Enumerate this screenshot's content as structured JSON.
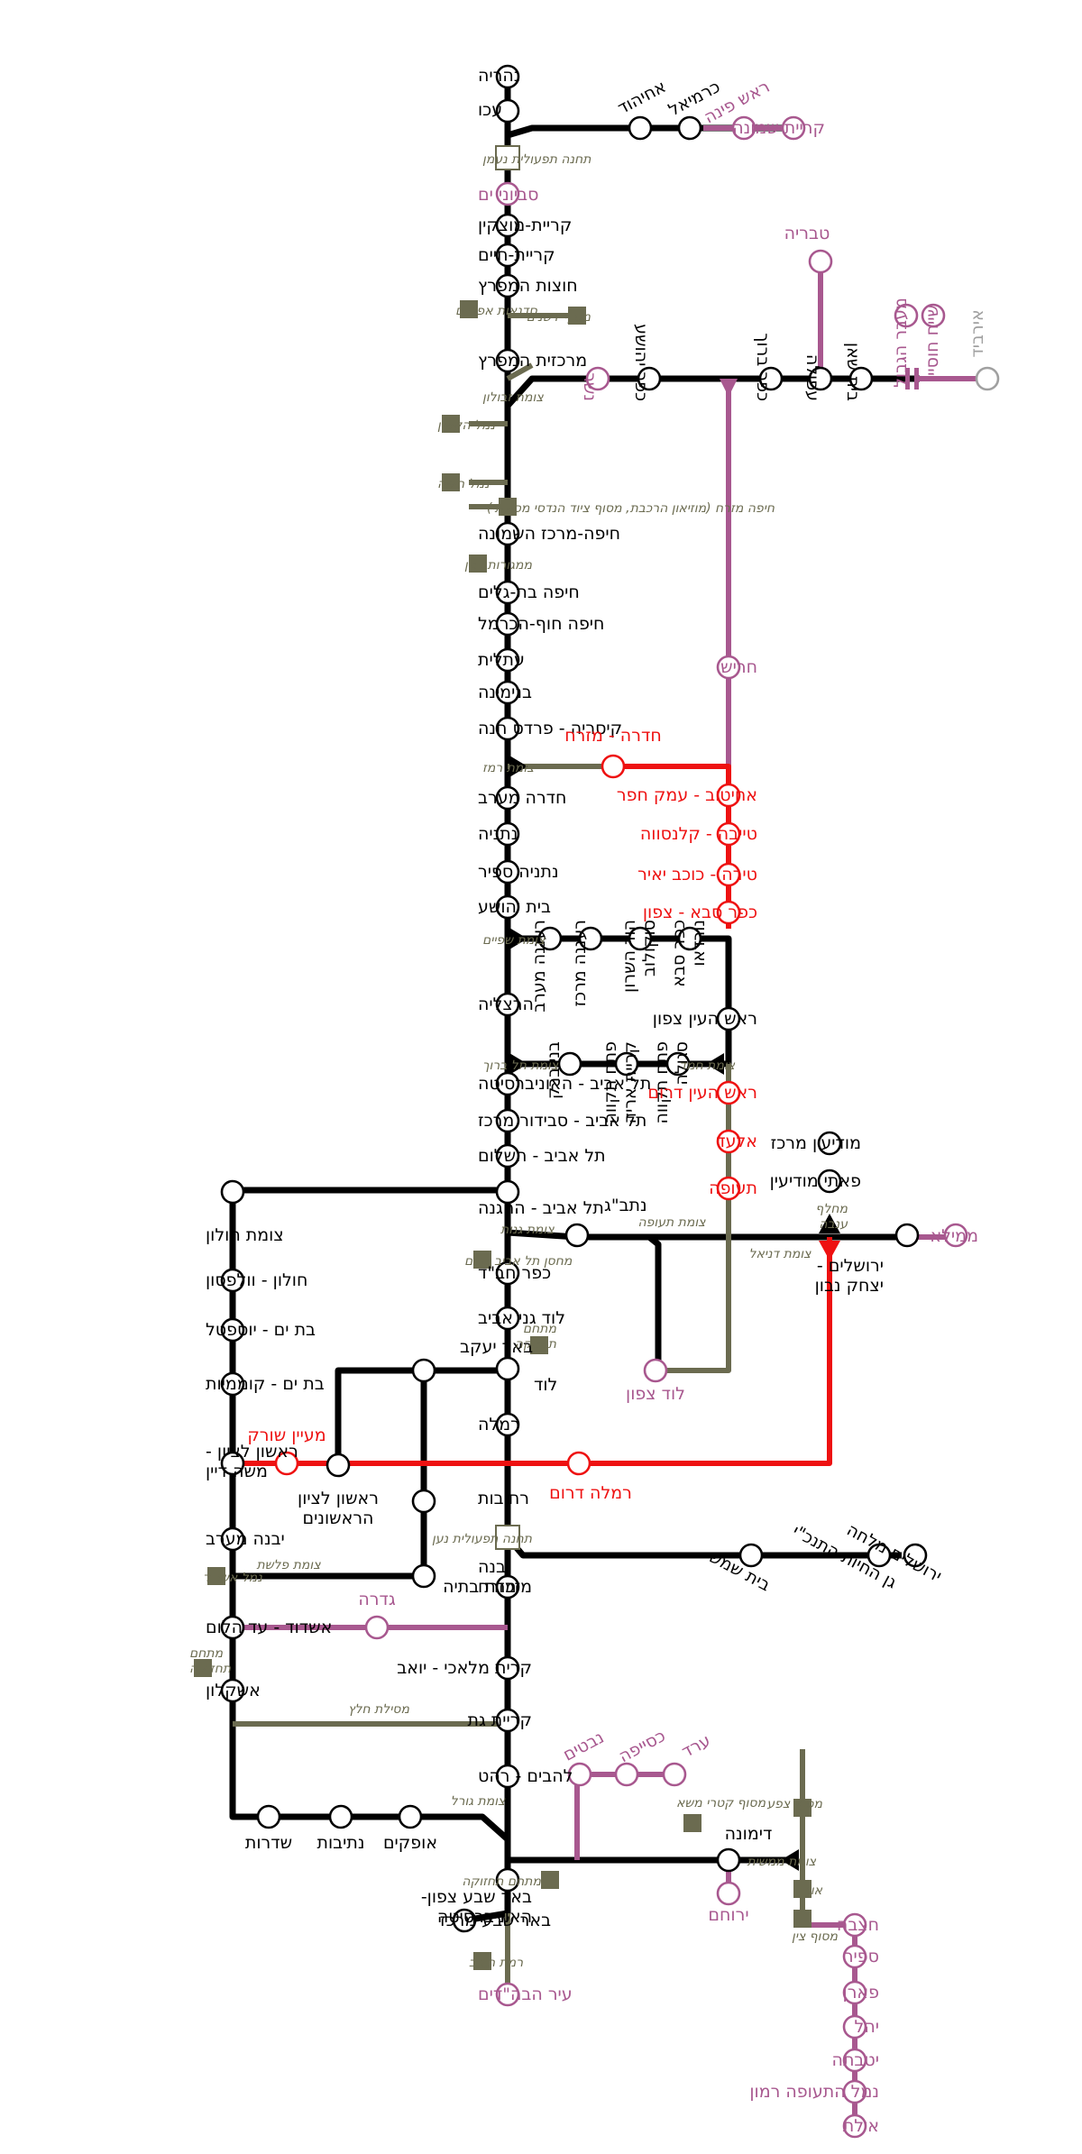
{
  "colors": {
    "main": "#000000",
    "new": "#ee1111",
    "planned": "#a8588f",
    "freight": "#6b6b50",
    "foreign": "#a0a0a0",
    "station_fill": "#ffffff",
    "border": "#a8588f"
  },
  "stations": [
    {
      "id": "nahariya",
      "label": "נהריה",
      "type": "main"
    },
    {
      "id": "akko",
      "label": "עכו",
      "type": "main"
    },
    {
      "id": "ahihud",
      "label": "אחיהוד",
      "type": "main"
    },
    {
      "id": "karmiel",
      "label": "כרמיאל",
      "type": "main"
    },
    {
      "id": "rosh-pina",
      "label": "ראש פינה",
      "type": "planned"
    },
    {
      "id": "kiryat-shmona",
      "label": "קריית שמונה",
      "type": "planned"
    },
    {
      "id": "savyon-yam",
      "label": "סביוני ים",
      "type": "planned"
    },
    {
      "id": "kiryat-motzkin",
      "label": "קריית-מוצקין",
      "type": "main"
    },
    {
      "id": "kiryat-haim",
      "label": "קריית-חיים",
      "type": "main"
    },
    {
      "id": "hutzot-hamifratz",
      "label": "חוצות המפרץ",
      "type": "main"
    },
    {
      "id": "merkazit-hamifratz",
      "label": "מרכזית המפרץ",
      "type": "main"
    },
    {
      "id": "tiberias",
      "label": "טבריה",
      "type": "planned"
    },
    {
      "id": "sheikh-hussein",
      "label": "שייח חוסיין",
      "type": "planned"
    },
    {
      "id": "ma-avar-hagvul",
      "label": "מעבר הגבול",
      "type": "planned"
    },
    {
      "id": "irbid",
      "label": "אירביד",
      "type": "foreign"
    },
    {
      "id": "nesher",
      "label": "נשר",
      "type": "planned"
    },
    {
      "id": "kfar-yehoshua",
      "label": "כפר יהושע",
      "type": "main"
    },
    {
      "id": "kfar-baruch",
      "label": "כפר ברוך",
      "type": "main"
    },
    {
      "id": "afula",
      "label": "עפולה",
      "type": "main"
    },
    {
      "id": "beit-shean",
      "label": "בית שאן",
      "type": "main"
    },
    {
      "id": "haifa-merkaz",
      "label": "חיפה-מרכז השמונה",
      "type": "main"
    },
    {
      "id": "haifa-bat-galim",
      "label": "חיפה בת-גלים",
      "type": "main"
    },
    {
      "id": "haifa-hof-hacarmel",
      "label": "חיפה חוף-הכרמל",
      "type": "main"
    },
    {
      "id": "atlit",
      "label": "עתלית",
      "type": "main"
    },
    {
      "id": "binyamina",
      "label": "בנימינה",
      "type": "main"
    },
    {
      "id": "caesarea",
      "label": "קיסריה - פרדס חנה",
      "type": "main"
    },
    {
      "id": "harish",
      "label": "חריש",
      "type": "planned"
    },
    {
      "id": "hadera-mizrah",
      "label": "חדרה - מזרח",
      "type": "new"
    },
    {
      "id": "ahituv",
      "label": "אחיטוב - עמק חפר",
      "type": "new"
    },
    {
      "id": "tayibe",
      "label": "טייבה - קלנסווה",
      "type": "new"
    },
    {
      "id": "tira",
      "label": "טירה - כוכב יאיר",
      "type": "new"
    },
    {
      "id": "kfar-saba-tzafon",
      "label": "כפר סבא - צפון",
      "type": "new"
    },
    {
      "id": "hadera-maarav",
      "label": "חדרה מערב",
      "type": "main"
    },
    {
      "id": "netanya",
      "label": "נתניה",
      "type": "main"
    },
    {
      "id": "netanya-sapir",
      "label": "נתניה ספיר",
      "type": "main"
    },
    {
      "id": "beit-yehoshua",
      "label": "בית יהושע",
      "type": "main"
    },
    {
      "id": "raanana-maarav",
      "label": "רעננה מערב",
      "type": "main"
    },
    {
      "id": "raanana-merkaz",
      "label": "רעננה מרכז",
      "type": "main"
    },
    {
      "id": "hod-hasharon",
      "label": "הוד השרון סוקולוב",
      "type": "main"
    },
    {
      "id": "kfar-saba-nordau",
      "label": "כפר סבא נורדאו",
      "type": "main"
    },
    {
      "id": "herzliya",
      "label": "הרצליה",
      "type": "main"
    },
    {
      "id": "bnei-brak",
      "label": "בני ברק",
      "type": "main"
    },
    {
      "id": "pt-kiryat-arye",
      "label": "פתח תקווה קריית אריה",
      "type": "main"
    },
    {
      "id": "pt-segula",
      "label": "פתח תקווה סגולה",
      "type": "main"
    },
    {
      "id": "rosh-haayin-tzafon",
      "label": "ראש העין צפון",
      "type": "main"
    },
    {
      "id": "rosh-haayin-darom",
      "label": "ראש העין דרום",
      "type": "new"
    },
    {
      "id": "elad",
      "label": "אלעד",
      "type": "new"
    },
    {
      "id": "teufa",
      "label": "תעופה",
      "type": "new"
    },
    {
      "id": "ta-university",
      "label": "תל אביב - האוניברסיטה",
      "type": "main"
    },
    {
      "id": "ta-savidor",
      "label": "תל אביב - סבידור מרכז",
      "type": "main"
    },
    {
      "id": "ta-hashalom",
      "label": "תל אביב - השלום",
      "type": "main"
    },
    {
      "id": "ta-hahagana",
      "label": "תל אביב - ההגנה",
      "type": "main"
    },
    {
      "id": "modiin-merkaz",
      "label": "מודיעין מרכז",
      "type": "main"
    },
    {
      "id": "paatei-modiin",
      "label": "פאתי מודיעין",
      "type": "main"
    },
    {
      "id": "natbag",
      "label": "נתב\"ג",
      "type": "main"
    },
    {
      "id": "jerusalem-navon",
      "label": "ירושלים - יצחק נבון",
      "type": "main"
    },
    {
      "id": "mamila",
      "label": "ממילא",
      "type": "planned"
    },
    {
      "id": "holon-junction",
      "label": "צומת חולון",
      "type": "main"
    },
    {
      "id": "holon-wolfson",
      "label": "חולון - וולפסון",
      "type": "main"
    },
    {
      "id": "bat-yam-yoseftal",
      "label": "בת ים - יוספטל",
      "type": "main"
    },
    {
      "id": "bat-yam-komemiyut",
      "label": "בת ים - קוממיות",
      "type": "main"
    },
    {
      "id": "kfar-habad",
      "label": "כפר חב\"ד",
      "type": "main"
    },
    {
      "id": "lod-ganei-aviv",
      "label": "לוד גני אביב",
      "type": "main"
    },
    {
      "id": "beer-yaakov",
      "label": "באר יעקב",
      "type": "main"
    },
    {
      "id": "lod",
      "label": "לוד",
      "type": "main"
    },
    {
      "id": "lod-tzafon",
      "label": "לוד צפון",
      "type": "planned"
    },
    {
      "id": "ramla",
      "label": "רמלה",
      "type": "main"
    },
    {
      "id": "maayan-sorek",
      "label": "מעיין שורק",
      "type": "new"
    },
    {
      "id": "rishon-moshe-dayan",
      "label": "ראשון לציון - משה דיין",
      "type": "main"
    },
    {
      "id": "rishon-harishonim",
      "label": "ראשון לציון הראשונים",
      "type": "main"
    },
    {
      "id": "ramla-darom",
      "label": "רמלה דרום",
      "type": "new"
    },
    {
      "id": "rehovot",
      "label": "רחובות",
      "type": "main"
    },
    {
      "id": "yavne-maarav",
      "label": "יבנה מערב",
      "type": "main"
    },
    {
      "id": "yavne-mizrah",
      "label": "יבנה מזרח",
      "type": "main"
    },
    {
      "id": "mazkeret-batya",
      "label": "מזכרת בתיה",
      "type": "main"
    },
    {
      "id": "beit-shemesh",
      "label": "בית שמש",
      "type": "main"
    },
    {
      "id": "jerusalem-malha",
      "label": "ירושלים מלחה",
      "type": "main"
    },
    {
      "id": "gan-hahayot",
      "label": "גן החיות התנכ\"י",
      "type": "main"
    },
    {
      "id": "gedera",
      "label": "גדרה",
      "type": "planned"
    },
    {
      "id": "ashdod",
      "label": "אשדוד - עד הלום",
      "type": "main"
    },
    {
      "id": "ashkelon",
      "label": "אשקלון",
      "type": "main"
    },
    {
      "id": "kiryat-malachi",
      "label": "קרית מלאכי - יואב",
      "type": "main"
    },
    {
      "id": "kiryat-gat",
      "label": "קריית גת",
      "type": "main"
    },
    {
      "id": "lehavim",
      "label": "להבים - רהט",
      "type": "main"
    },
    {
      "id": "sderot",
      "label": "שדרות",
      "type": "main"
    },
    {
      "id": "netivot",
      "label": "נתיבות",
      "type": "main"
    },
    {
      "id": "ofakim",
      "label": "אופקים",
      "type": "main"
    },
    {
      "id": "nevatim",
      "label": "נבטים",
      "type": "planned"
    },
    {
      "id": "kseife",
      "label": "כסייפה",
      "type": "planned"
    },
    {
      "id": "arad",
      "label": "ערד",
      "type": "planned"
    },
    {
      "id": "dimona",
      "label": "דימונה",
      "type": "main"
    },
    {
      "id": "yeruham",
      "label": "ירוחם",
      "type": "planned"
    },
    {
      "id": "beersheba-tzafon",
      "label": "באר שבע צפון- האוניברסיטה",
      "type": "main"
    },
    {
      "id": "beersheba-merkaz",
      "label": "באר שבע מרכז",
      "type": "main"
    },
    {
      "id": "ir-habahadim",
      "label": "עיר הבה\"דים",
      "type": "planned"
    },
    {
      "id": "hatzeva",
      "label": "חצבה",
      "type": "planned"
    },
    {
      "id": "sapir",
      "label": "ספיר",
      "type": "planned"
    },
    {
      "id": "paran",
      "label": "פארן",
      "type": "planned"
    },
    {
      "id": "yahel",
      "label": "יהל",
      "type": "planned"
    },
    {
      "id": "yotvata",
      "label": "יטבתה",
      "type": "planned"
    },
    {
      "id": "ramon-airport",
      "label": "נמל התעופה רמון",
      "type": "planned"
    },
    {
      "id": "eilat",
      "label": "אילת",
      "type": "planned"
    }
  ],
  "freight": [
    {
      "id": "naaman-freight",
      "label": "תחנה תפעולית נעמן"
    },
    {
      "id": "sadnaot",
      "label": "סדנאות אפריים"
    },
    {
      "id": "dshanim",
      "label": "מסוף דשנים"
    },
    {
      "id": "zevulun",
      "label": "צומת זבולון"
    },
    {
      "id": "kishon-port",
      "label": "נמל הקשון"
    },
    {
      "id": "haifa-port",
      "label": "נמל חיפה"
    },
    {
      "id": "haifa-east",
      "label": "חיפה מזרח (מוזיאון הרכבת, מסוף ציוד הנדסי מסילתי)"
    },
    {
      "id": "dagon",
      "label": "ממגורות דגון"
    },
    {
      "id": "remez",
      "label": "צומת רמז"
    },
    {
      "id": "shfayim",
      "label": "צומת שפיים"
    },
    {
      "id": "tel-baruch",
      "label": "צומת תל ברוך"
    },
    {
      "id": "hemed",
      "label": "צומת חמד"
    },
    {
      "id": "ganot",
      "label": "צומת גנות"
    },
    {
      "id": "teufa-junction",
      "label": "צומת תעופה"
    },
    {
      "id": "ta-south-depot",
      "label": "מחסן תל אביב דרום"
    },
    {
      "id": "daniel",
      "label": "צומת דניאל"
    },
    {
      "id": "anava-1",
      "label": "מחלף"
    },
    {
      "id": "anava-2",
      "label": "ענבה"
    },
    {
      "id": "lod-depot-1",
      "label": "מתחם"
    },
    {
      "id": "lod-depot-2",
      "label": "תחזוקה"
    },
    {
      "id": "naan-freight",
      "label": "תחנה תפעולית נען"
    },
    {
      "id": "ashdod-port",
      "label": "נמל אשדוד"
    },
    {
      "id": "plashet",
      "label": "צומת פלשת"
    },
    {
      "id": "ashkelon-depot-1",
      "label": "מתחם"
    },
    {
      "id": "ashkelon-depot-2",
      "label": "תחזוקה"
    },
    {
      "id": "halatz",
      "label": "מסילת חלץ"
    },
    {
      "id": "goral",
      "label": "צומת גורל"
    },
    {
      "id": "katzrei-masa",
      "label": "מסוף קטרי משא"
    },
    {
      "id": "tzefa",
      "label": "מסוף צפע"
    },
    {
      "id": "mamshit",
      "label": "צומת ממשית"
    },
    {
      "id": "oron",
      "label": "אורון"
    },
    {
      "id": "tzin",
      "label": "מסוף צין"
    },
    {
      "id": "beersheba-depot",
      "label": "מתחם תחזוקה"
    },
    {
      "id": "ramat-hovav",
      "label": "רמת חובב"
    }
  ]
}
